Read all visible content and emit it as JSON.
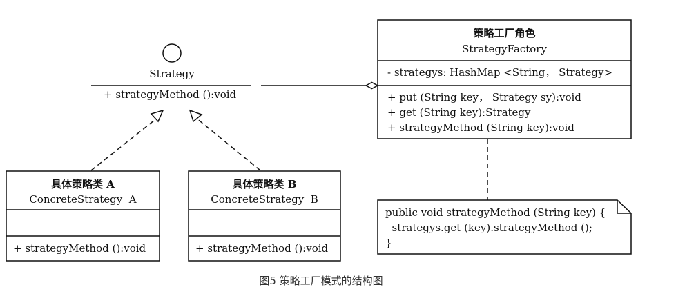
{
  "strategy": {
    "name": "Strategy",
    "method": "+ strategyMethod ():void"
  },
  "factory": {
    "title_cn": "策略工厂角色",
    "title_en": "StrategyFactory",
    "attribute": "- strategys: HashMap <String， Strategy>",
    "methods": [
      "+ put (String key， Strategy sy):void",
      "+ get (String key):Strategy",
      "+ strategyMethod (String key):void"
    ]
  },
  "concrete_a": {
    "title_cn": "具体策略类 A",
    "title_en": "ConcreteStrategy  A",
    "method": "+ strategyMethod ():void"
  },
  "concrete_b": {
    "title_cn": "具体策略类 B",
    "title_en": "ConcreteStrategy  B",
    "method": "+ strategyMethod ():void"
  },
  "note": {
    "lines": [
      "public void strategyMethod (String key) {",
      "  strategys.get (key).strategyMethod ();",
      "}"
    ]
  },
  "caption": "图5 策略工厂模式的结构图"
}
